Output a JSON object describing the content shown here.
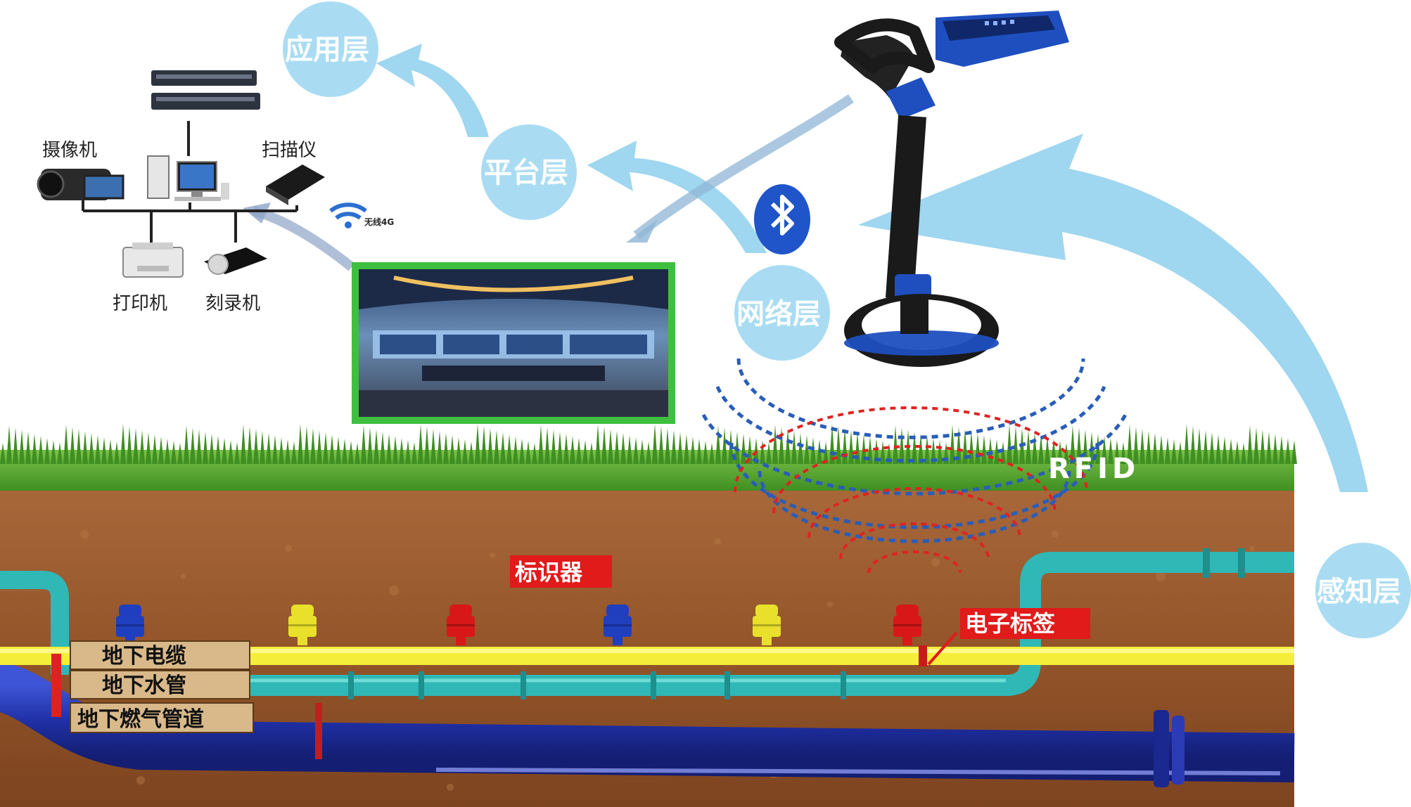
{
  "layers": {
    "application": "应用层",
    "platform": "平台层",
    "network": "网络层",
    "perception": "感知层"
  },
  "devices": {
    "camera": "摄像机",
    "scanner": "扫描仪",
    "printer": "打印机",
    "burner": "刻录机",
    "wireless": "无线4G"
  },
  "underground": {
    "marker": "标识器",
    "tag": "电子标签",
    "rfid": "RFID",
    "cable": "地下电缆",
    "water_pipe": "地下水管",
    "gas_pipe": "地下燃气管道"
  },
  "colors": {
    "bubble": "#a9dcf2",
    "arrow": "#9fd6f0",
    "soil": "#9a5a2c",
    "grass": "#4fa82a",
    "cable": "#f4ee3a",
    "water": "#2fb8b6",
    "gas": "#2233a8",
    "label_bg": "#d9b98a",
    "red_label": "#e11a1a",
    "device_blue": "#1f4fbf"
  }
}
